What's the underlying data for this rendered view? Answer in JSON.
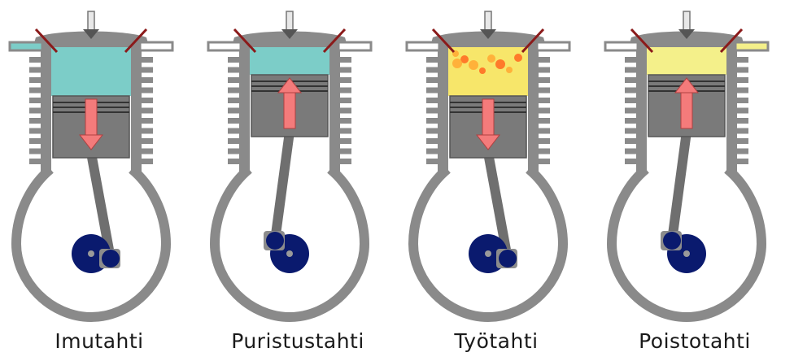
{
  "title": "",
  "strokes": [
    {
      "label": "Imutahti",
      "gas_color": "#7ccdc8",
      "piston_direction": "down",
      "crank_phase": "down",
      "flame": false
    },
    {
      "label": "Puristustahti",
      "gas_color": "#7ccdc8",
      "piston_direction": "up",
      "crank_phase": "up",
      "flame": false
    },
    {
      "label": "Työtahti",
      "gas_color": "#f7e66a",
      "piston_direction": "down",
      "crank_phase": "down",
      "flame": true
    },
    {
      "label": "Poistotahti",
      "gas_color": "#f4f08a",
      "piston_direction": "up",
      "crank_phase": "up",
      "flame": false
    }
  ],
  "colors": {
    "cylinder_wall": "#8a8a8a",
    "piston": "#7a7a7a",
    "arrow": "#f47b7b",
    "valve": "#8b1a1a",
    "crank": "#0a1a6e",
    "rod": "#6f6f6f"
  }
}
